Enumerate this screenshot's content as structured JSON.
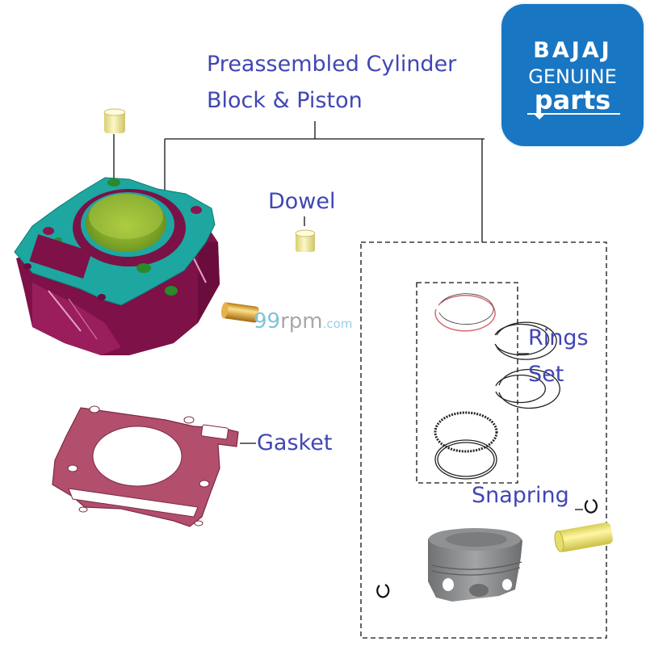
{
  "diagram": {
    "title": "Preassembled Cylinder Block & Piston",
    "labels": {
      "assembly_line1": "Preassembled Cylinder",
      "assembly_line2": "Block & Piston",
      "dowel": "Dowel",
      "rings_line1": "Rings",
      "rings_line2": "Set",
      "gasket": "Gasket",
      "snapring": "Snapring"
    },
    "parts": [
      {
        "id": "cylinder-block",
        "icon": "cylinder-block-icon"
      },
      {
        "id": "dowel-top",
        "icon": "dowel-icon"
      },
      {
        "id": "dowel",
        "icon": "dowel-icon"
      },
      {
        "id": "oil-pipe",
        "icon": "pipe-icon"
      },
      {
        "id": "gasket",
        "icon": "gasket-icon"
      },
      {
        "id": "rings-set",
        "icon": "piston-rings-icon",
        "count": 5
      },
      {
        "id": "piston",
        "icon": "piston-icon"
      },
      {
        "id": "piston-pin",
        "icon": "piston-pin-icon"
      },
      {
        "id": "snapring-right",
        "icon": "snapring-icon"
      },
      {
        "id": "snapring-left",
        "icon": "snapring-icon"
      }
    ]
  },
  "logo": {
    "brand": "BAJAJ",
    "line2": "GENUINE",
    "line3": "parts",
    "color": "#1976c3"
  },
  "watermark": {
    "part1": "99",
    "part2": "rpm",
    "part3": ".com"
  },
  "colors": {
    "label_text": "#4146b4",
    "cylinder_body": "#8a1550",
    "cylinder_deck": "#1aa6a0",
    "cylinder_bore": "#8fb62c",
    "gasket": "#b5566f",
    "piston": "#8a8c8e",
    "ring_top": "#d9707a",
    "dowel": "#efe79a"
  }
}
